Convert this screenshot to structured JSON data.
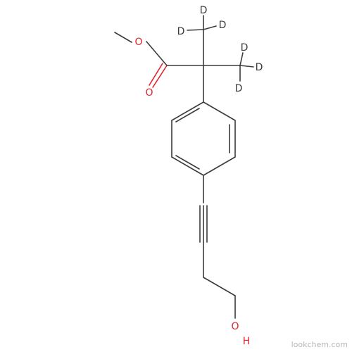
{
  "colors": {
    "bond": "#3b3b3b",
    "oxygen": "#e0242b",
    "label": "#3b3b3b"
  },
  "labels": {
    "o_ether": "O",
    "o_carbonyl": "O",
    "d1": "D",
    "d2": "D",
    "d3": "D",
    "d4": "D",
    "d5": "D",
    "d6": "D",
    "oh_o": "O",
    "oh_h": "H"
  },
  "watermark": "lookchem.com"
}
